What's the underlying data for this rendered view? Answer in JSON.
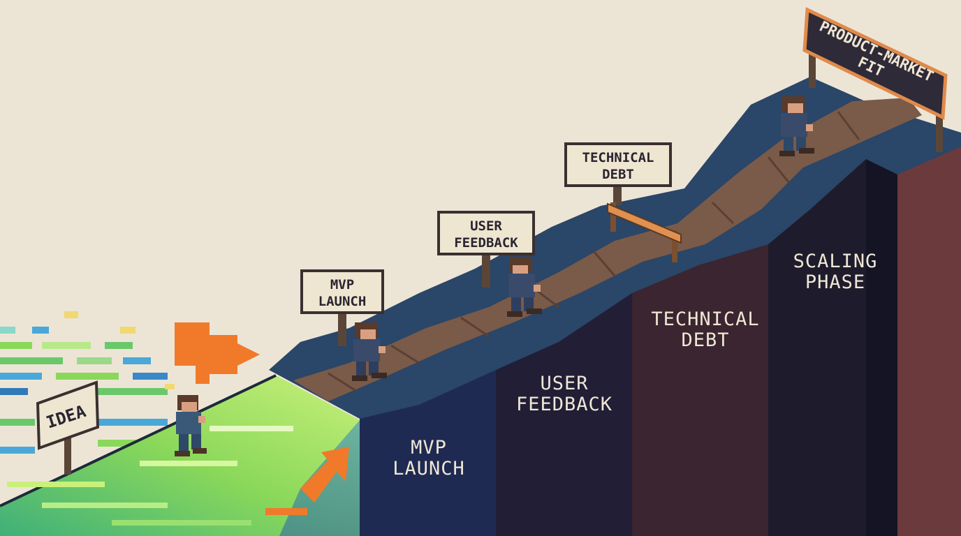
{
  "signs": {
    "idea": "IDEA",
    "mvp_launch": [
      "MVP",
      "LAUNCH"
    ],
    "user_feedback": [
      "USER",
      "FEEDBACK"
    ],
    "technical_debt": [
      "TECHNICAL",
      "DEBT"
    ],
    "product_market_fit": [
      "PRODUCT-MARKET",
      "FIT"
    ]
  },
  "wall_labels": {
    "mvp_launch": [
      "MVP",
      "LAUNCH"
    ],
    "user_feedback": [
      "USER",
      "FEEDBACK"
    ],
    "technical_debt": [
      "TECHNICAL",
      "DEBT"
    ],
    "scaling_phase": [
      "SCALING",
      "PHASE"
    ]
  },
  "colors": {
    "background": "#ece5d6",
    "ramp_green": "#7fd65a",
    "hill_top": "#2a4668",
    "path_brown": "#7a5a48",
    "arrow_orange": "#f07a2a",
    "sign_board": "#efe6d2"
  },
  "characters": [
    "walker-idea",
    "walker-mvp",
    "walker-feedback",
    "walker-summit"
  ]
}
